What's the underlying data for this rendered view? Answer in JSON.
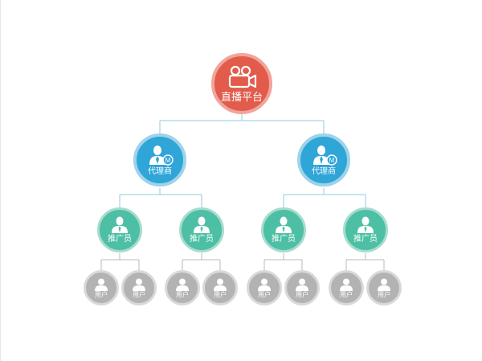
{
  "diagram": {
    "root": {
      "label": "直播平台",
      "icon": "video-camera-icon",
      "children": [
        {
          "label": "代理商",
          "icon": "agent-badge-icon",
          "badge": "M",
          "children": [
            {
              "label": "推广员",
              "icon": "promoter-icon",
              "children": [
                {
                  "label": "用户",
                  "icon": "user-icon"
                },
                {
                  "label": "用户",
                  "icon": "user-icon"
                }
              ]
            },
            {
              "label": "推广员",
              "icon": "promoter-icon",
              "children": [
                {
                  "label": "用户",
                  "icon": "user-icon"
                },
                {
                  "label": "用户",
                  "icon": "user-icon"
                }
              ]
            }
          ]
        },
        {
          "label": "代理商",
          "icon": "agent-badge-icon",
          "badge": "M",
          "children": [
            {
              "label": "推广员",
              "icon": "promoter-icon",
              "children": [
                {
                  "label": "用户",
                  "icon": "user-icon"
                },
                {
                  "label": "用户",
                  "icon": "user-icon"
                }
              ]
            },
            {
              "label": "推广员",
              "icon": "promoter-icon",
              "children": [
                {
                  "label": "用户",
                  "icon": "user-icon"
                },
                {
                  "label": "用户",
                  "icon": "user-icon"
                }
              ]
            }
          ]
        }
      ]
    },
    "colors": {
      "platform": "#e25b4b",
      "agent": "#2fa5d8",
      "promoter": "#4dbfa4",
      "user": "#b3b3b3",
      "link_top": "#8fcbe0",
      "link_bottom": "#b8b8b8"
    }
  }
}
